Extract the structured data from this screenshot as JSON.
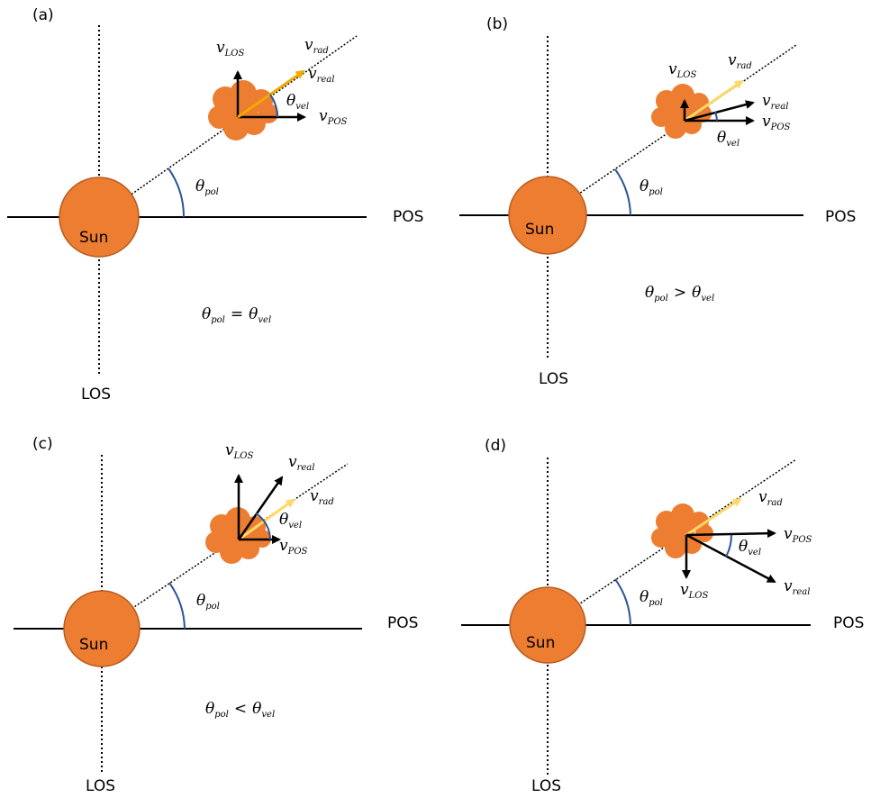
{
  "panels": [
    {
      "id": "a",
      "tag": "(a)",
      "sun_label": "Sun",
      "pos_label": "POS",
      "los_label": "LOS",
      "angle_pol": {
        "sym": "θ",
        "sub": "pol"
      },
      "angle_vel": {
        "sym": "θ",
        "sub": "vel"
      },
      "v_los": {
        "sym": "v",
        "sub": "LOS"
      },
      "v_rad": {
        "sym": "v",
        "sub": "rad"
      },
      "v_real": {
        "sym": "v",
        "sub": "real"
      },
      "v_pos": {
        "sym": "v",
        "sub": "POS"
      },
      "relation": {
        "left_sub": "pol",
        "op": "=",
        "right_sub": "vel"
      }
    },
    {
      "id": "b",
      "tag": "(b)",
      "sun_label": "Sun",
      "pos_label": "POS",
      "los_label": "LOS",
      "angle_pol": {
        "sym": "θ",
        "sub": "pol"
      },
      "angle_vel": {
        "sym": "θ",
        "sub": "vel"
      },
      "v_los": {
        "sym": "v",
        "sub": "LOS"
      },
      "v_rad": {
        "sym": "v",
        "sub": "rad"
      },
      "v_real": {
        "sym": "v",
        "sub": "real"
      },
      "v_pos": {
        "sym": "v",
        "sub": "POS"
      },
      "relation": {
        "left_sub": "pol",
        "op": ">",
        "right_sub": "vel"
      }
    },
    {
      "id": "c",
      "tag": "(c)",
      "sun_label": "Sun",
      "pos_label": "POS",
      "los_label": "LOS",
      "angle_pol": {
        "sym": "θ",
        "sub": "pol"
      },
      "angle_vel": {
        "sym": "θ",
        "sub": "vel"
      },
      "v_los": {
        "sym": "v",
        "sub": "LOS"
      },
      "v_rad": {
        "sym": "v",
        "sub": "rad"
      },
      "v_real": {
        "sym": "v",
        "sub": "real"
      },
      "v_pos": {
        "sym": "v",
        "sub": "POS"
      },
      "relation": {
        "left_sub": "pol",
        "op": "<",
        "right_sub": "vel"
      }
    },
    {
      "id": "d",
      "tag": "(d)",
      "sun_label": "Sun",
      "pos_label": "POS",
      "los_label": "LOS",
      "angle_pol": {
        "sym": "θ",
        "sub": "pol"
      },
      "angle_vel": {
        "sym": "θ",
        "sub": "vel"
      },
      "v_los": {
        "sym": "v",
        "sub": "LOS"
      },
      "v_rad": {
        "sym": "v",
        "sub": "rad"
      },
      "v_real": {
        "sym": "v",
        "sub": "real"
      },
      "v_pos": {
        "sym": "v",
        "sub": "POS"
      },
      "relation": null
    }
  ],
  "colors": {
    "sun_fill": "#ED7D31",
    "sun_stroke": "#B85C1E",
    "cloud_fill": "#ED7D31",
    "arc": "#2F5597",
    "v_real_a": "#F2A900",
    "v_rad": "#FFD966",
    "arrow": "#000000"
  }
}
